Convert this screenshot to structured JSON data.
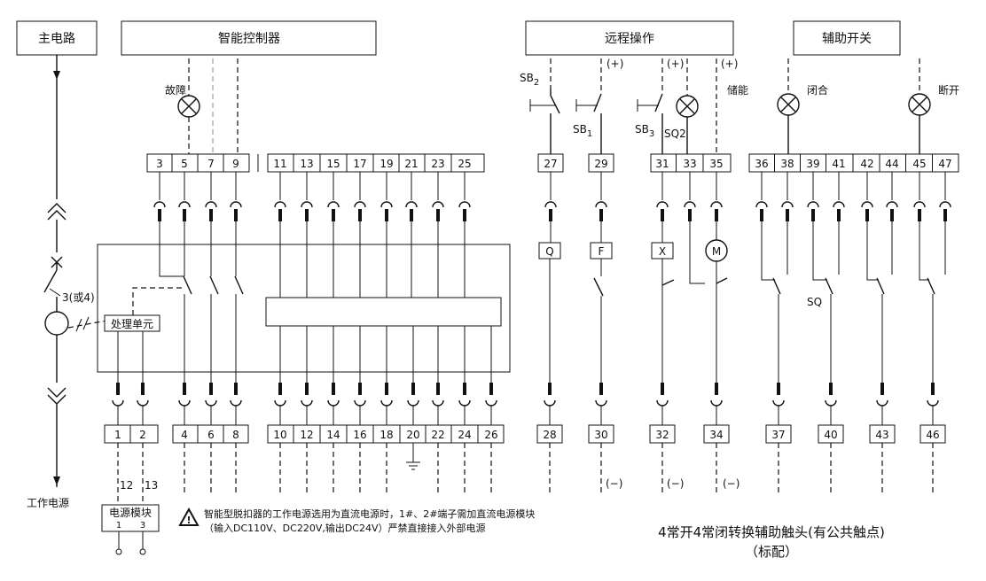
{
  "headers": {
    "main_circuit": "主电路",
    "smart_controller": "智能控制器",
    "remote_operation": "远程操作",
    "aux_switch": "辅助开关"
  },
  "top_terminals": {
    "controller": [
      "3",
      "5",
      "7",
      "9",
      "11",
      "13",
      "15",
      "17",
      "19",
      "21",
      "23",
      "25"
    ],
    "remote": [
      "27",
      "29",
      "31",
      "33",
      "35"
    ],
    "aux": [
      "36",
      "38",
      "39",
      "41",
      "42",
      "44",
      "45",
      "47"
    ]
  },
  "bottom_terminals": {
    "power": [
      "1",
      "2"
    ],
    "controller": [
      "4",
      "6",
      "8",
      "10",
      "12",
      "14",
      "16",
      "18",
      "20",
      "22",
      "24",
      "26"
    ],
    "remote": [
      "28",
      "30",
      "32",
      "34"
    ],
    "aux": [
      "37",
      "40",
      "43",
      "46"
    ]
  },
  "labels": {
    "fault": "故障",
    "sb2_main": "SB",
    "sb2_sub": "2",
    "sb1_main": "SB",
    "sb1_sub": "1",
    "sb3_main": "SB",
    "sb3_sub": "3",
    "sq2": "SQ2",
    "energy_storage": "储能",
    "plus_29": "(+)",
    "plus_31": "(+)",
    "plus_35": "(+)",
    "close": "闭合",
    "open": "断开",
    "pole_count": "3(或4)",
    "processing_unit": "处理单元",
    "work_power": "工作电源",
    "q": "Q",
    "f": "F",
    "x": "X",
    "m": "M",
    "sq": "SQ",
    "num_12": "12",
    "num_13": "13",
    "power_module": "电源模块",
    "pm_1": "1",
    "pm_3": "3",
    "minus_30": "(−)",
    "minus_32": "(−)",
    "minus_34": "(−)"
  },
  "warning": {
    "line1": "智能型脱扣器的工作电源选用为直流电源时，1#、2#端子需加直流电源模块",
    "line2": "（输入DC110V、DC220V,输出DC24V）严禁直接接入外部电源"
  },
  "caption": {
    "line1": "4常开4常闭转换辅助触头(有公共触点)",
    "line2": "（标配）"
  }
}
